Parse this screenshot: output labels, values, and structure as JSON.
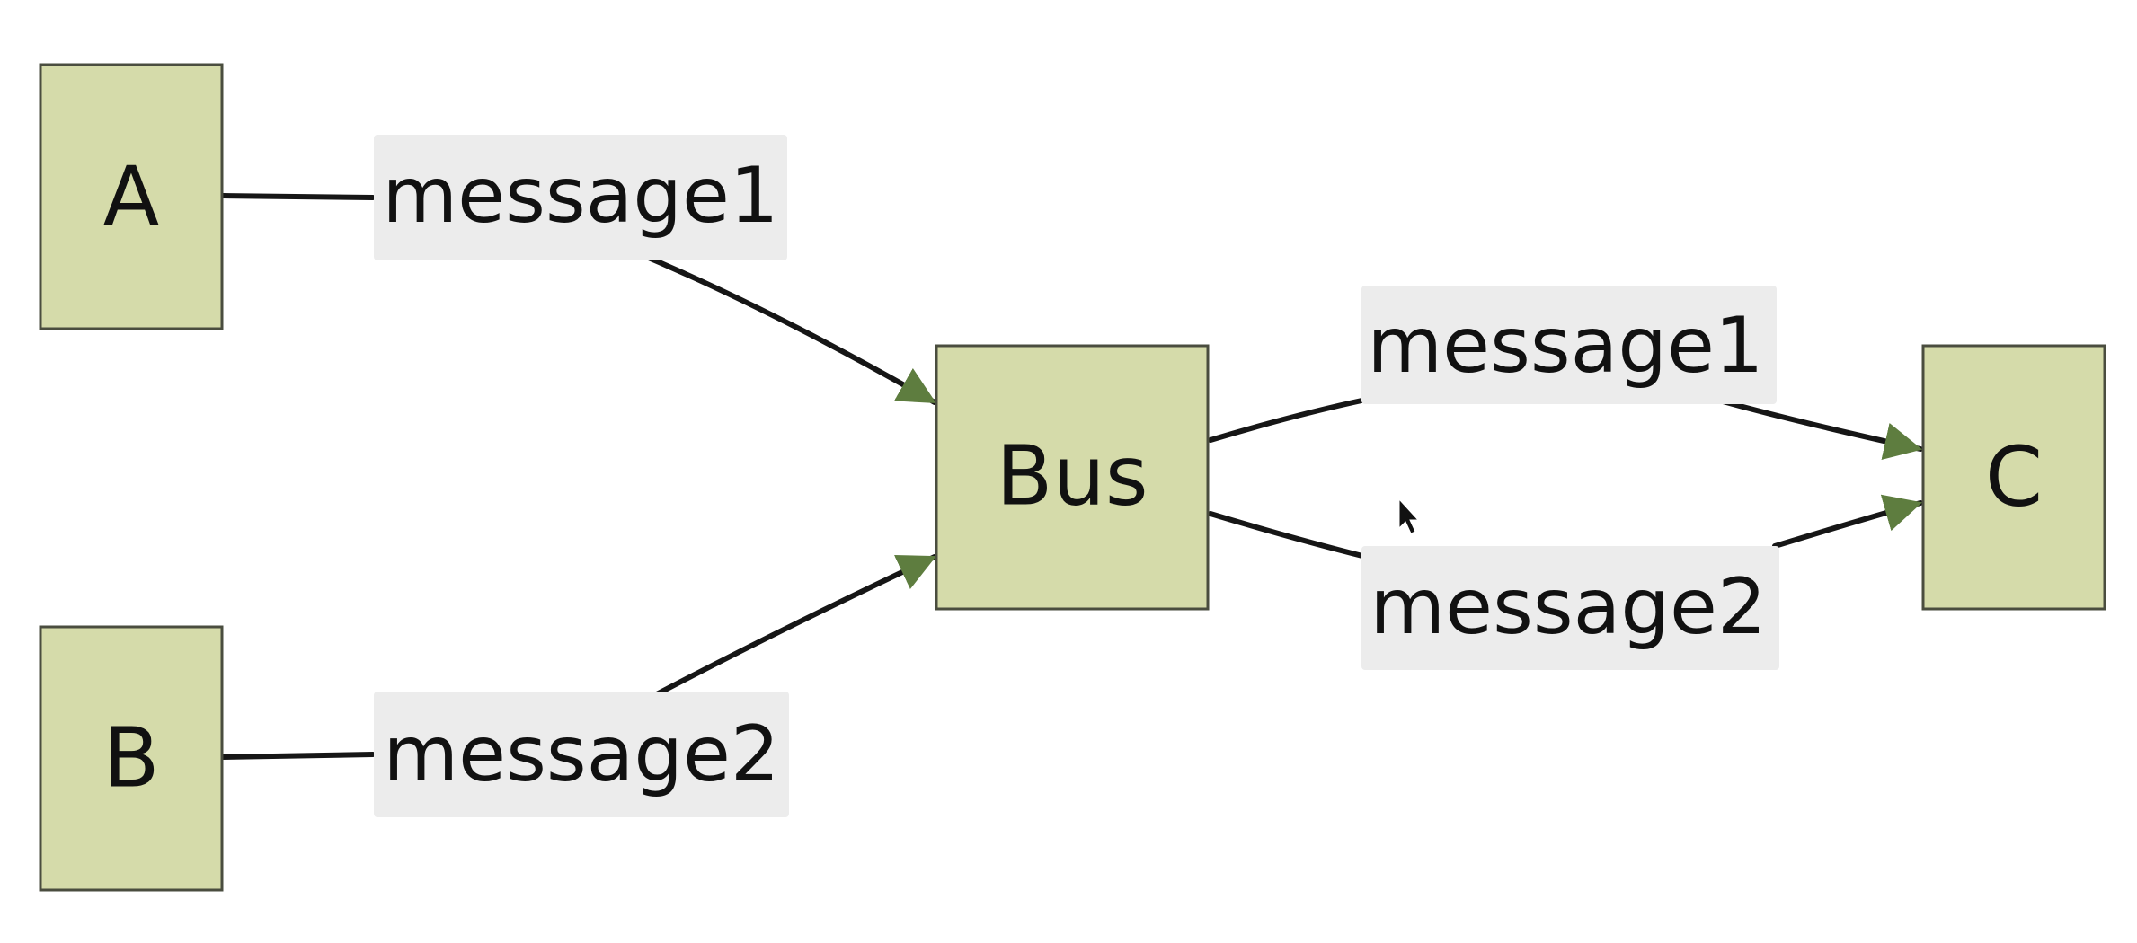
{
  "colors": {
    "node_fill": "#d5dbaa",
    "node_border": "#4a4d3f",
    "arrowhead": "#5e7d3f",
    "edge_stroke": "#161616",
    "label_background": "#ececec",
    "page_background": "#ffffff"
  },
  "nodes": {
    "a": "A",
    "b": "B",
    "bus": "Bus",
    "c": "C"
  },
  "edges": [
    {
      "from": "A",
      "to": "Bus",
      "label": "message1"
    },
    {
      "from": "B",
      "to": "Bus",
      "label": "message2"
    },
    {
      "from": "Bus",
      "to": "C",
      "label": "message1"
    },
    {
      "from": "Bus",
      "to": "C",
      "label": "message2"
    }
  ],
  "cursor_icon": "mouse-pointer-icon"
}
